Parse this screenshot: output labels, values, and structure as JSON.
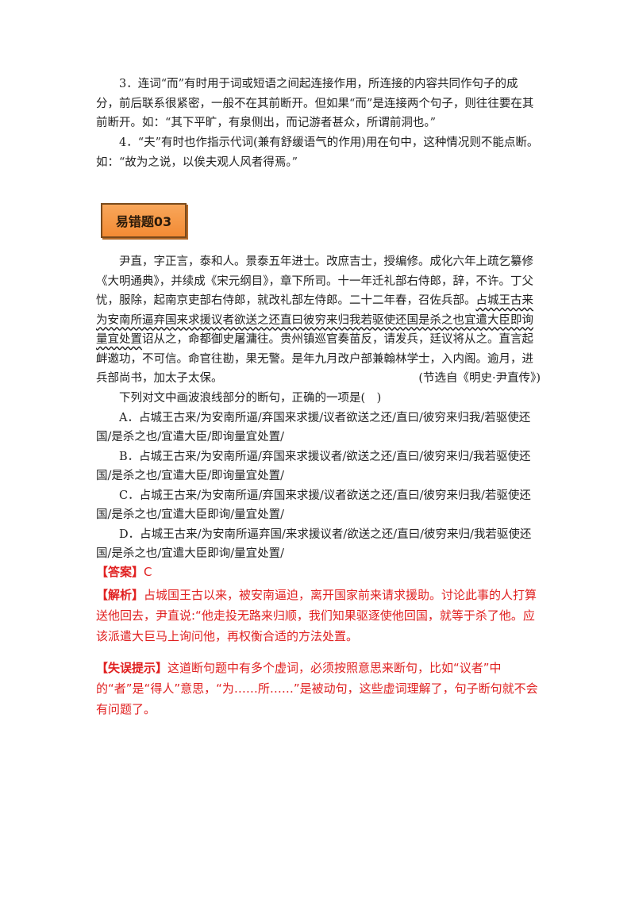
{
  "notes": {
    "p3": "3．连词“而”有时用于词或短语之间起连接作用，所连接的内容共同作句子的成分，前后联系很紧密，一般不在其前断开。但如果“而”是连接两个句子，则往往要在其前断开。如：“其下平旷，有泉侧出，而记游者甚众，所谓前洞也。”",
    "p4": "4．“夫”有时也作指示代词(兼有舒缓语气的作用)用在句中，这种情况则不能点断。如：“故为之说，以俟夫观人风者得焉。”"
  },
  "section_badge": "易错题03",
  "passage": {
    "before": "尹直，字正言，泰和人。景泰五年进士。改庶吉士，授编修。成化六年上疏乞纂修《大明通典》，并续成《宋元纲目》，章下所司。十一年迁礼部右侍郎，辞，不许。丁父忧，服除，起南京吏部右侍郎，就改礼部左侍郎。二十二年春，召佐兵部。",
    "underlined": "占城王古来为安南所逼弃国来求援议者欲送之还直曰彼穷来归我若驱使还国是杀之也宜遣大臣即询量宜处置",
    "after": "诏从之，命都御史屠滽往。贵州镇巡官奏苗反，请发兵，廷议将从之。直言起衅邀功，不可信。命官往勘，果无警。是年九月改户部兼翰林学士，入内阁。逾月，进兵部尚书，加太子太保。",
    "source": "(节选自《明史·尹直传》)"
  },
  "question": {
    "stem": "下列对文中画波浪线部分的断句，正确的一项是(　)",
    "options": [
      "A．占城王古来/为安南所逼/弃国来求援/议者欲送之还/直曰/彼穷来归我/若驱使还国/是杀之也/宜遣大臣/即询量宜处置/",
      "B．占城王古来/为安南所逼/弃国来求援议者/欲送之还/直曰/彼穷来归/我若驱使还国/是杀之也/宜遣大臣/即询量宜处置/",
      "C．占城王古来/为安南所逼/弃国来求援/议者欲送之还/直曰/彼穷来归我/若驱使还国/是杀之也/宜遣大臣即询/量宜处置/",
      "D．占城王古来/为安南所逼弃国/来求援议者/欲送之还/直曰/彼穷来归/我若驱使还国/是杀之也/宜遣大臣即询/量宜处置/"
    ]
  },
  "answer": {
    "label": "【答案】",
    "value": "C"
  },
  "analysis": {
    "label": "【解析】",
    "text": "占城国王古以来，被安南逼迫，离开国家前来请求援助。讨论此事的人打算送他回去，尹直说:“他走投无路来归顺，我们知果驱逐使他回国，就等于杀了他。应该派遣大巨马上询问他，再权衡合适的方法处置。"
  },
  "tip": {
    "label": "【失误提示】",
    "text": "这道断句题中有多个虚词，必须按照意思来断句，比如“议者”中的“者”是“得人”意思，“为……所……”是被动句，这些虚词理解了，句子断句就不会有问题了。"
  }
}
